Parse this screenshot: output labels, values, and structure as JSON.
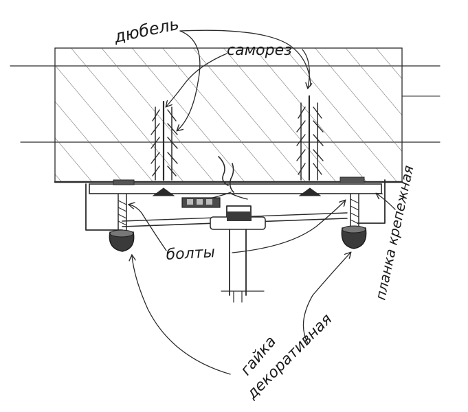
{
  "labels": {
    "dowel": "дюбель",
    "screw": "саморез",
    "bolts": "болты",
    "bracket": "планка крепежная",
    "nut_line1": "гайка",
    "nut_line2": "декоративная"
  }
}
